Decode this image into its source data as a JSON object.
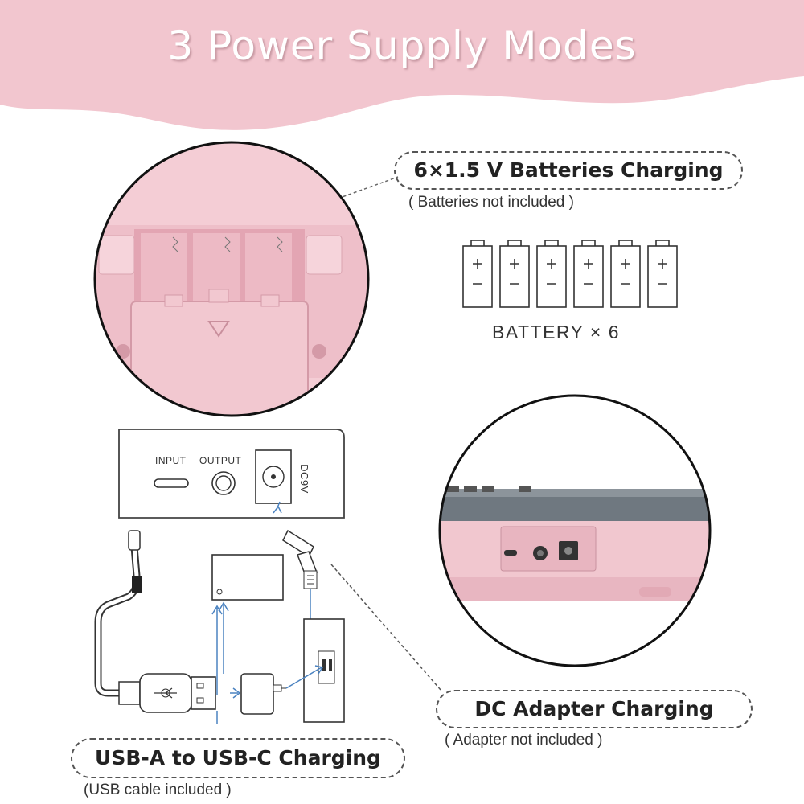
{
  "header": {
    "title": "3 Power Supply Modes",
    "band_color": "#f2c6cf"
  },
  "battery_mode": {
    "title": "6×1.5 V Batteries Charging",
    "note": "( Batteries not included )",
    "icon_count": 6,
    "caption": "BATTERY × 6"
  },
  "dc_mode": {
    "title": "DC Adapter Charging",
    "note": "( Adapter not included )"
  },
  "usb_mode": {
    "title": "USB-A to USB-C Charging",
    "note": "(USB cable included )"
  },
  "port_panel": {
    "input_label": "INPUT",
    "output_label": "OUTPUT",
    "dc_label": "DC9V"
  },
  "colors": {
    "keyboard_pink": "#f1c7cf",
    "keyboard_pink_dark": "#e2aab5",
    "diagram_blue": "#4a82c0"
  }
}
